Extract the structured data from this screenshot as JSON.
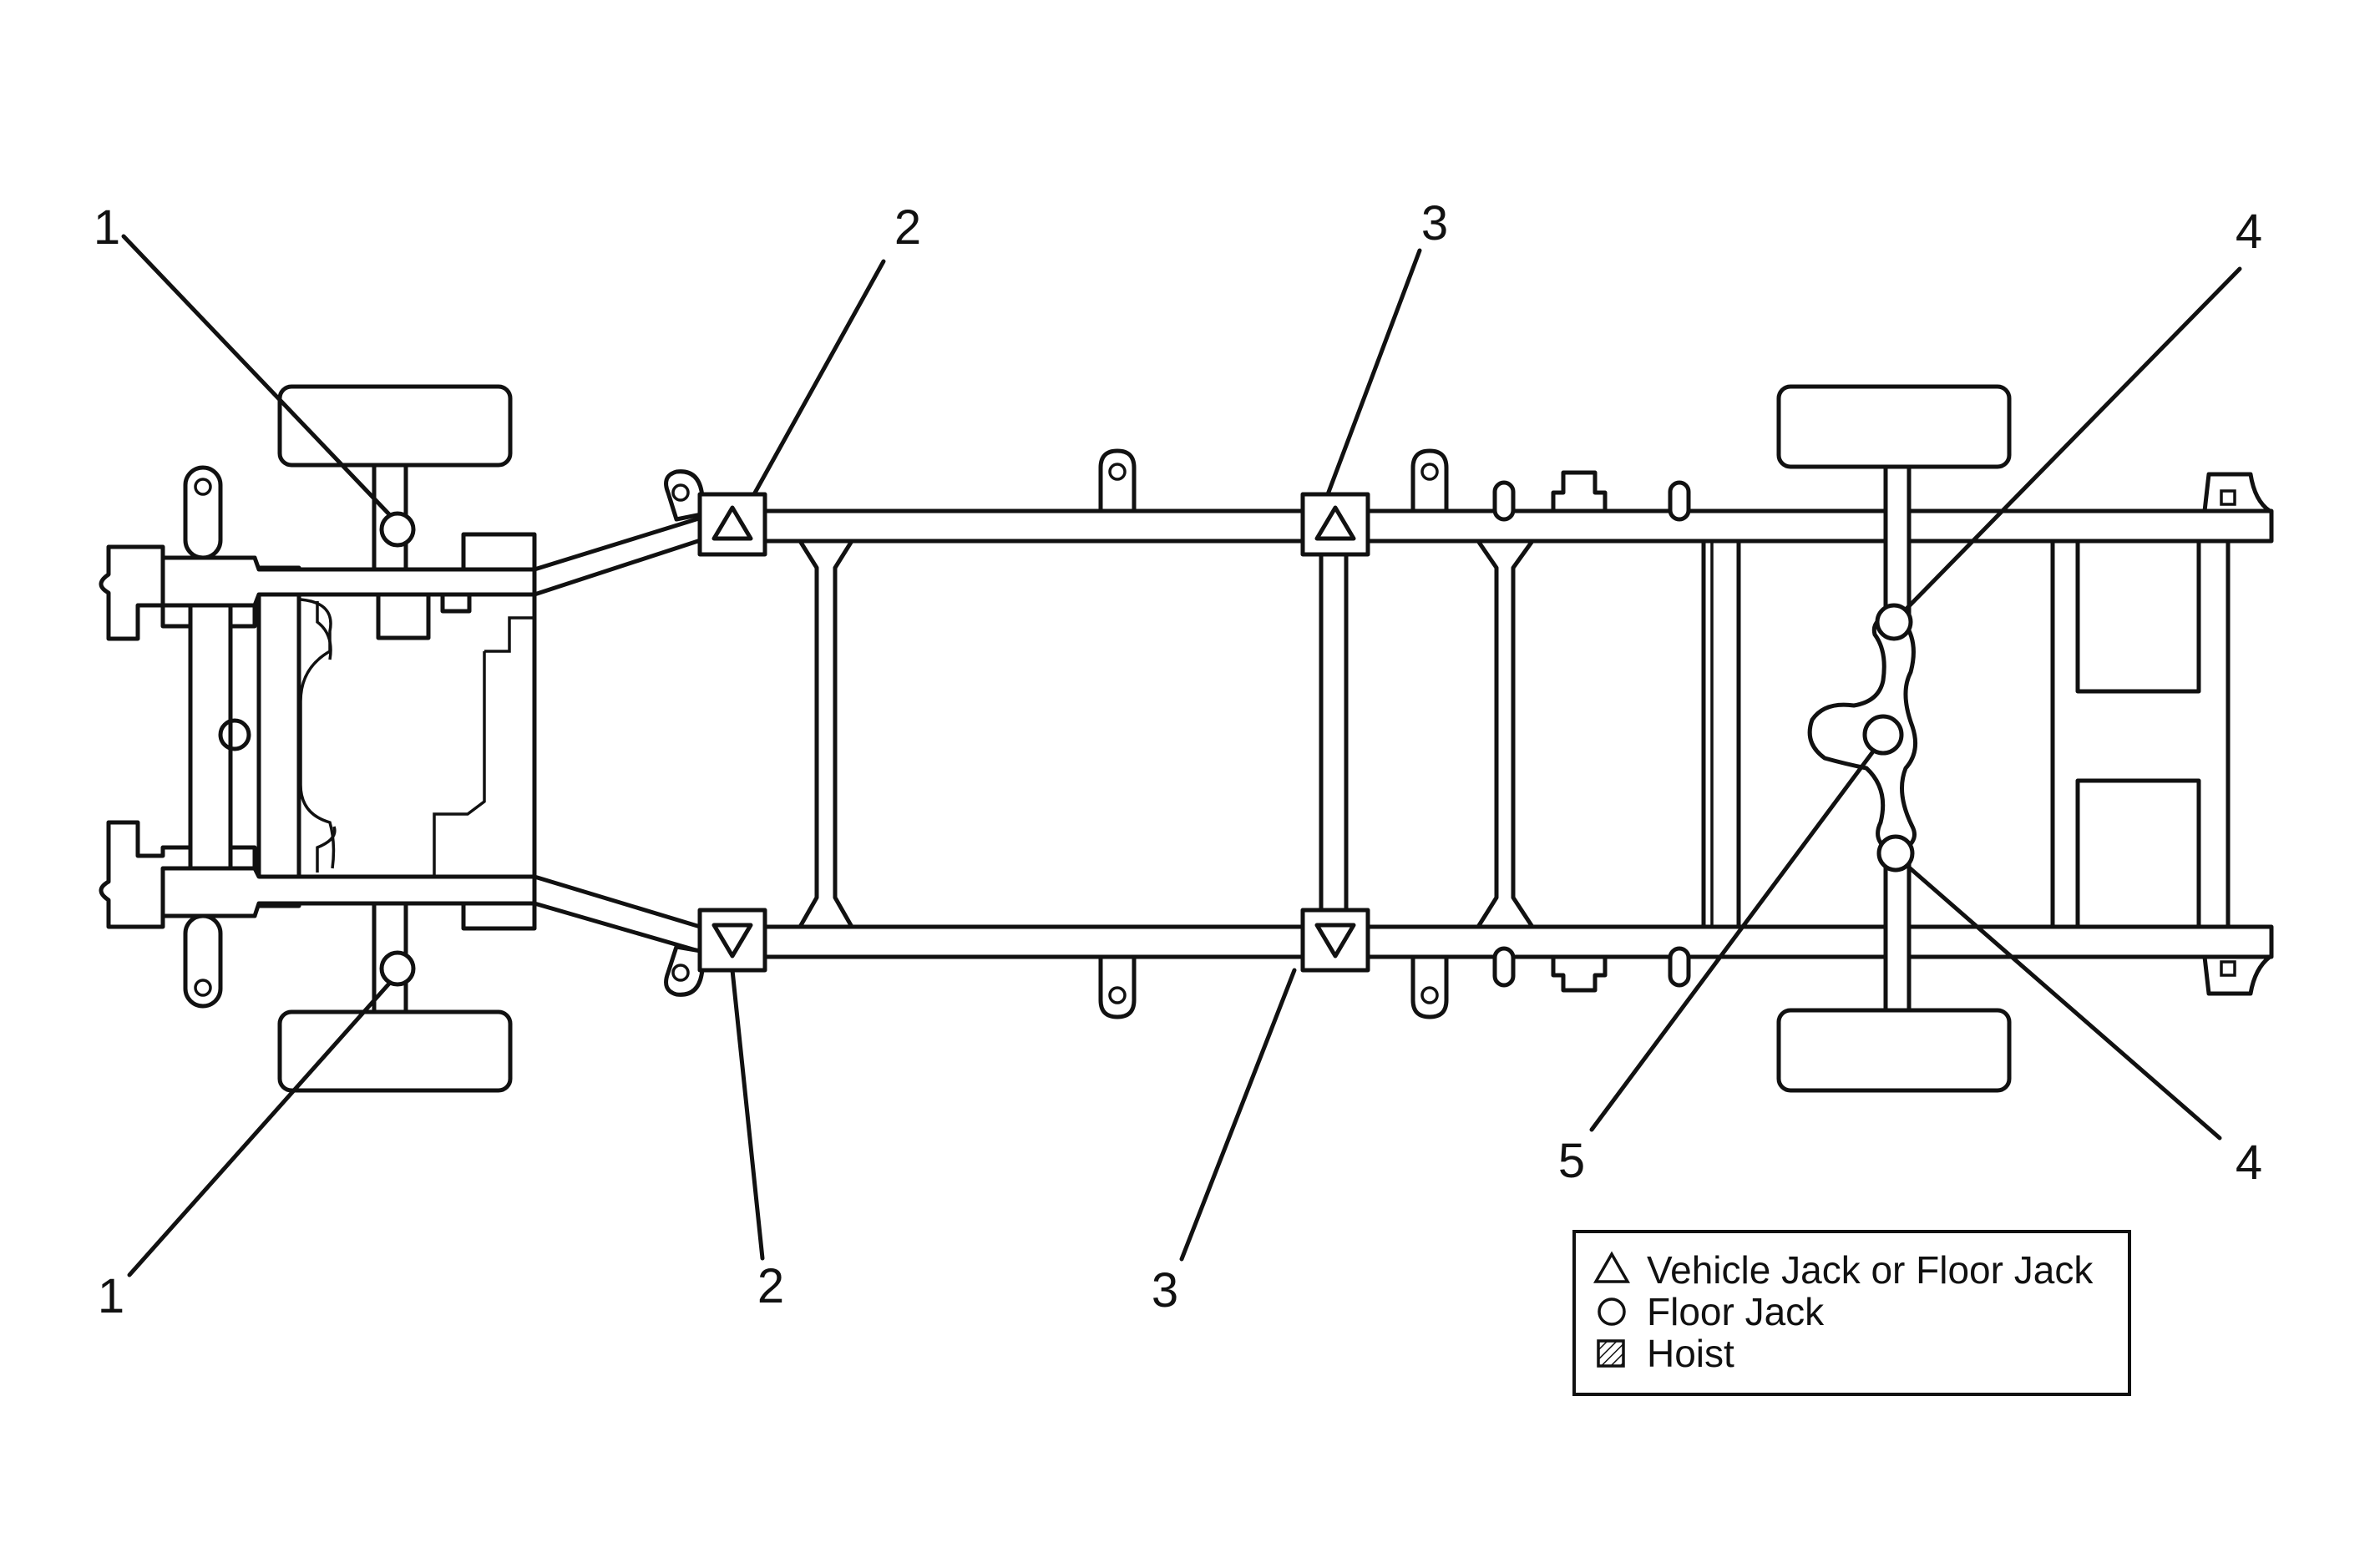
{
  "callouts": {
    "front_upper": "1",
    "front_lower": "1",
    "frame_front_upper": "2",
    "frame_front_lower": "2",
    "frame_mid_upper": "3",
    "frame_mid_lower": "3",
    "rear_axle_upper": "4",
    "rear_axle_lower": "4",
    "differential": "5"
  },
  "legend": {
    "items": [
      {
        "symbol": "triangle",
        "label": "Vehicle Jack or Floor Jack"
      },
      {
        "symbol": "circle",
        "label": "Floor Jack"
      },
      {
        "symbol": "hatched-square",
        "label": "Hoist"
      }
    ]
  }
}
